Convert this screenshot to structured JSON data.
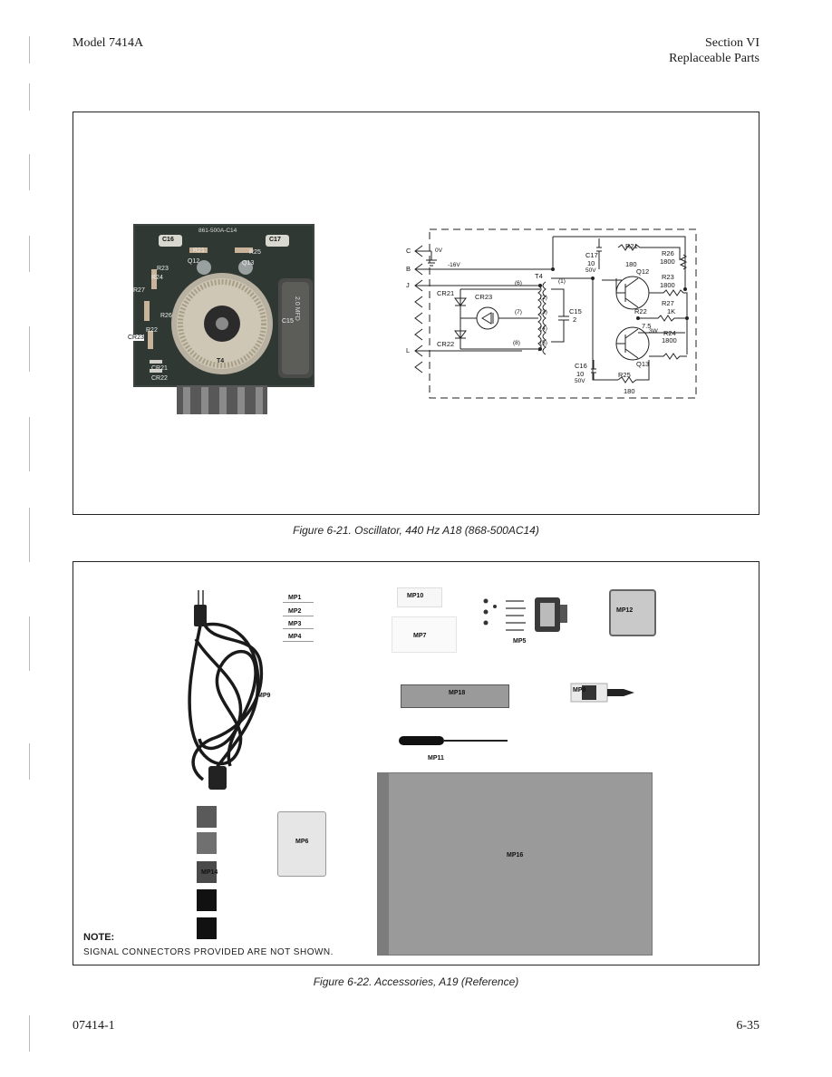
{
  "header": {
    "model": "Model 7414A",
    "section": "Section VI",
    "subtitle": "Replaceable Parts"
  },
  "figure21": {
    "caption": "Figure 6-21.  Oscillator, 440 Hz A18 (868-500AC14)",
    "photo_labels": {
      "board_id": "861-500A-C14",
      "c16": "C16",
      "c17": "C17",
      "r21": "R21",
      "r25": "R25",
      "q12": "Q12",
      "q13": "Q13",
      "r23": "R23",
      "r24": "R24",
      "r27": "R27",
      "r26": "R26",
      "r22": "R22",
      "cr23": "CR23",
      "cr21": "CR21",
      "cr22": "CR22",
      "c15": "C15",
      "t4": "T4",
      "cap_text": "2.0 MFD"
    },
    "schematic": {
      "terminals": [
        "C",
        "B",
        "J",
        "L"
      ],
      "ov": "0V",
      "v16": "-16V",
      "t4": "T4",
      "c17": "C17",
      "c17_val": "10",
      "c17_v": "50V",
      "r21": "R21",
      "r21_val": "180",
      "r26": "R26",
      "r26_val": "1800",
      "q12": "Q12",
      "q13": "Q13",
      "r23": "R23",
      "r23_val": "1800",
      "r27": "R27",
      "r27_val": "1K",
      "r22": "R22",
      "r22_val": "7.5",
      "r22_w": "3W",
      "r24": "R24",
      "r24_val": "1800",
      "c15": "C15",
      "c15_val": "2",
      "cr21": "CR21",
      "cr22": "CR22",
      "cr23": "CR23",
      "c16": "C16",
      "c16_val": "10",
      "c16_v": "50V",
      "r25": "R25",
      "r25_val": "180",
      "taps": [
        "(6)",
        "(1)",
        "(2)",
        "(3)",
        "(7)",
        "(4)",
        "(8)",
        "(5)"
      ]
    }
  },
  "figure22": {
    "caption": "Figure 6-22.  Accessories, A19 (Reference)",
    "labels": {
      "mp1": "MP1",
      "mp2": "MP2",
      "mp3": "MP3",
      "mp4": "MP4",
      "mp5": "MP5",
      "mp6": "MP6",
      "mp7": "MP7",
      "mp8": "MP8",
      "mp9": "MP9",
      "mp10": "MP10",
      "mp11": "MP11",
      "mp12": "MP12",
      "mp14": "MP14",
      "mp16": "MP16",
      "mp18": "MP18"
    },
    "note_title": "NOTE:",
    "note_text": "SIGNAL CONNECTORS PROVIDED ARE NOT SHOWN."
  },
  "footer": {
    "doc_number": "07414-1",
    "page_number": "6-35"
  }
}
